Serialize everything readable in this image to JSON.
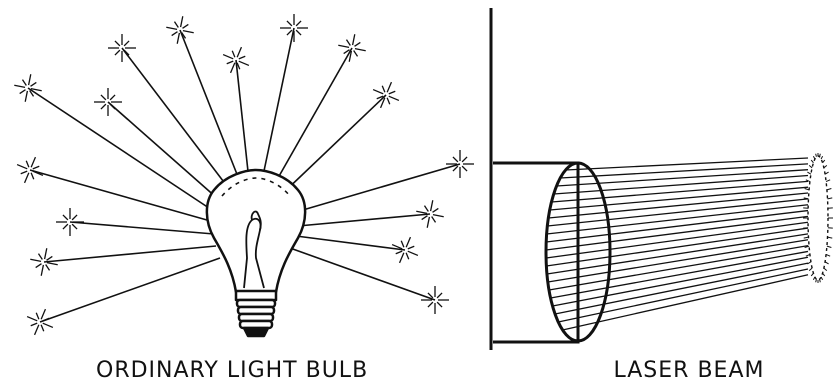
{
  "captions": {
    "left": "ORDINARY LIGHT BULB",
    "right": "LASER BEAM"
  },
  "colors": {
    "ink": "#111111",
    "background": "#ffffff"
  },
  "panels": [
    {
      "name": "ordinary-light-bulb",
      "depicts": "bulb radiating light in all directions"
    },
    {
      "name": "laser-beam",
      "depicts": "parallel beam of light from a cylinder"
    }
  ]
}
